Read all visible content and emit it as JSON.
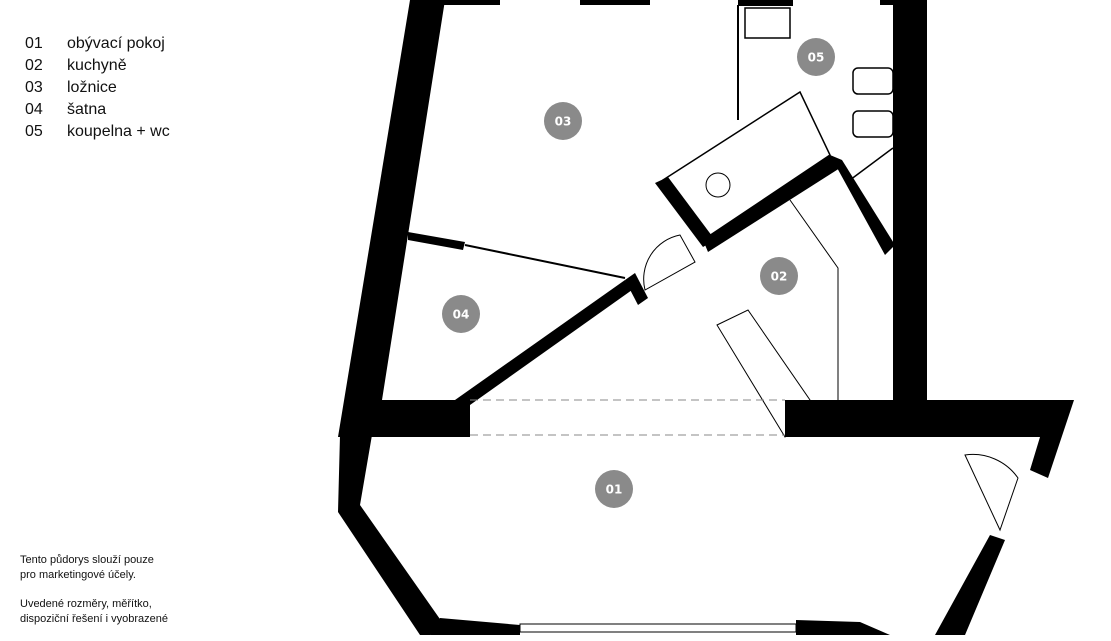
{
  "legend": [
    {
      "num": "01",
      "room": "obývací pokoj"
    },
    {
      "num": "02",
      "room": "kuchyně"
    },
    {
      "num": "03",
      "room": "ložnice"
    },
    {
      "num": "04",
      "room": "šatna"
    },
    {
      "num": "05",
      "room": "koupelna + wc"
    }
  ],
  "room_markers": [
    "01",
    "02",
    "03",
    "04",
    "05"
  ],
  "disclaimer": {
    "p1_line1": "Tento půdorys slouží pouze",
    "p1_line2": "pro marketingové účely.",
    "p2_line1": "Uvedené rozměry, měřítko,",
    "p2_line2": "dispoziční řešení i vyobrazené"
  },
  "colors": {
    "wall": "#000000",
    "marker": "#8a8a8a"
  }
}
